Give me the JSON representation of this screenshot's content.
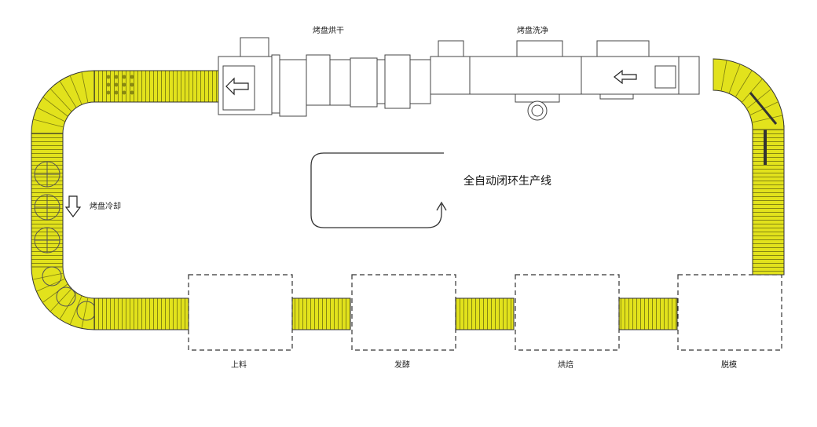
{
  "title": "全自动闭环生产线",
  "labels": {
    "tray_drying": "烤盘烘干",
    "tray_washing": "烤盘洗净",
    "tray_cooling": "烤盘冷却",
    "loading": "上料",
    "proofing": "发酵",
    "baking": "烘焙",
    "demolding": "脱模"
  },
  "colors": {
    "conveyor": "#e2e21c",
    "conveyor_dark": "#8a8a10",
    "outline": "#333333",
    "machine_fill": "#ffffff"
  },
  "icons": {
    "flow_arrow": "arrow-icon",
    "loop": "loop-icon"
  }
}
